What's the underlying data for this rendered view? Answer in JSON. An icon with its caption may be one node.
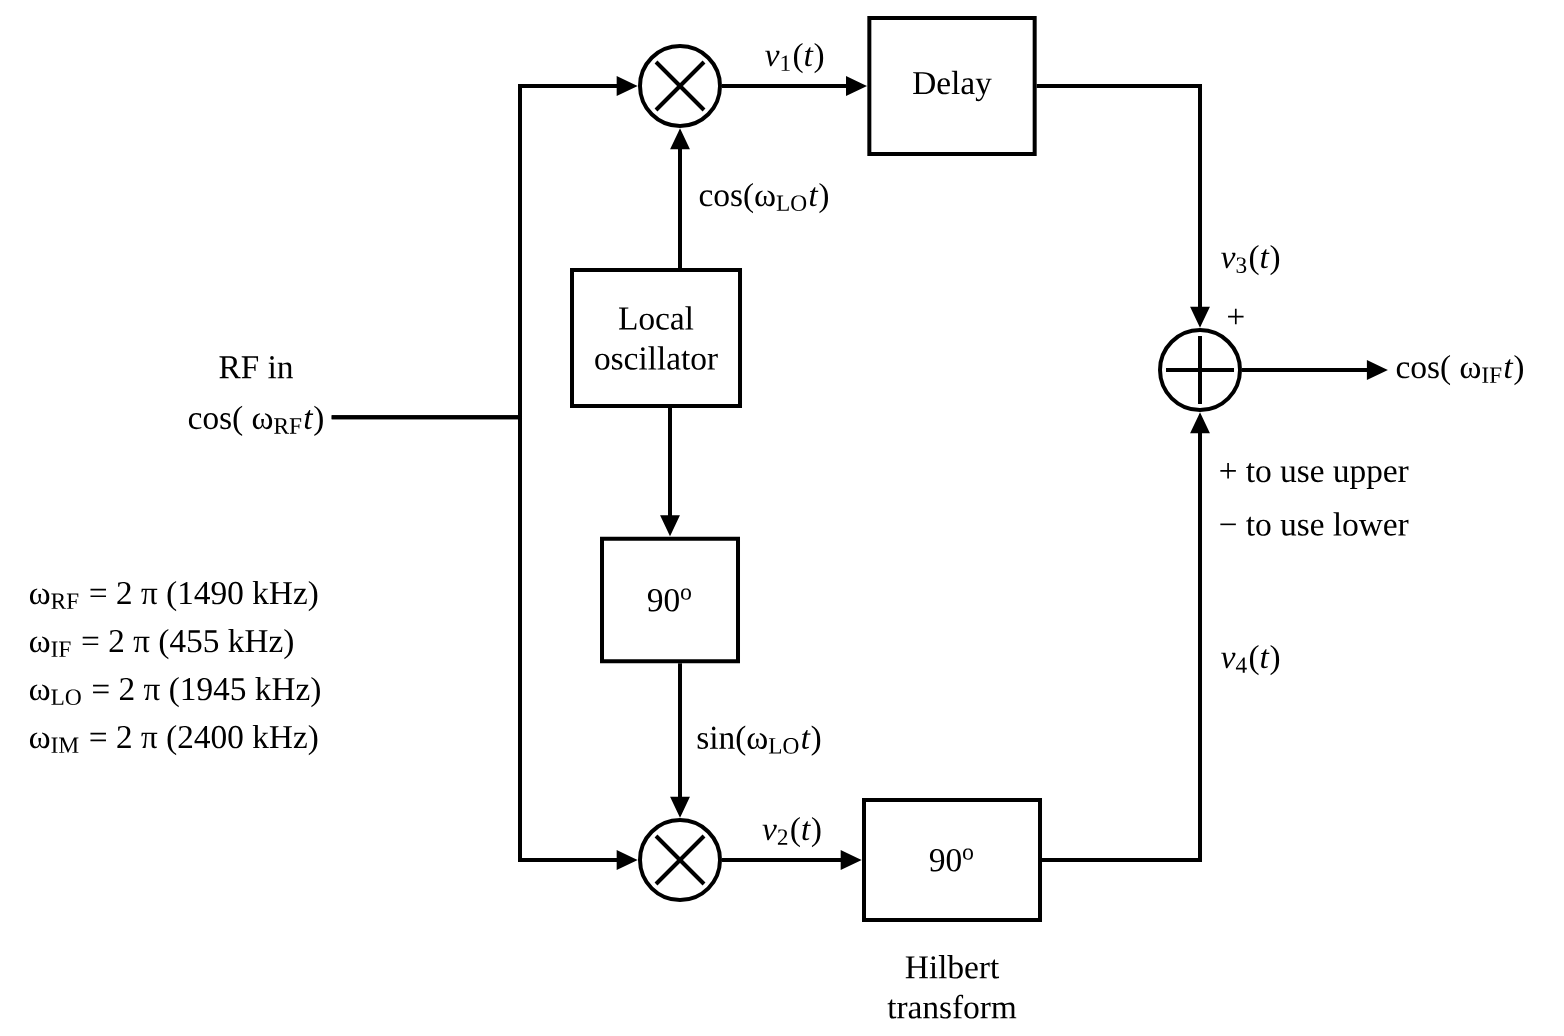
{
  "diagram": {
    "nodes": [
      {
        "text": [
          "RF in",
          "cos( ω$_{RF}$*t*)"
        ]
      },
      {
        "text": [],
        "shape": "circle"
      },
      {
        "text": [
          "Delay"
        ]
      },
      {
        "text": [
          "Local oscillator"
        ]
      },
      {
        "text": [
          "90$^{o}$"
        ]
      },
      {
        "text": [],
        "shape": "circle"
      },
      {
        "text": [
          "90$^{o}$"
        ],
        "beside": [
          "Hilbert transform"
        ]
      },
      {
        "text": [],
        "shape": "circle",
        "beside": [
          "+"
        ]
      },
      {
        "text": [
          "cos( ω$_{IF}$*t*)"
        ]
      }
    ],
    "edges": [
      {
        "from": 0,
        "to": 1,
        "arrow": "to"
      },
      {
        "from": 0,
        "to": 5,
        "arrow": "to"
      },
      {
        "from": 1,
        "to": 2,
        "arrow": "to",
        "label": "*v*$_{1}$(*t*)"
      },
      {
        "from": 3,
        "to": 1,
        "arrow": "to",
        "label": "cos(ω$_{LO}$*t*)"
      },
      {
        "from": 3,
        "to": 4,
        "arrow": "to"
      },
      {
        "from": 4,
        "to": 5,
        "arrow": "to",
        "label": "sin(ω$_{LO}$*t*)"
      },
      {
        "from": 5,
        "to": 6,
        "arrow": "to",
        "label": "*v*$_{2}$(*t*)"
      },
      {
        "from": 2,
        "to": 7,
        "arrow": "to",
        "label": "*v*$_{3}$(*t*)"
      },
      {
        "from": 6,
        "to": 7,
        "arrow": "to",
        "label": "*v*$_{4}$(*t*)"
      },
      {
        "from": 7,
        "to": 8,
        "arrow": "to"
      }
    ],
    "labels": [
      "+ to use upper",
      "− to use lower",
      "ω$_{RF}$ = 2 π (1490 kHz)",
      "ω$_{IF}$ = 2 π (455 kHz)",
      "ω$_{LO}$ = 2 π (1945 kHz)",
      "ω$_{IM}$ = 2 π (2400 kHz)"
    ]
  }
}
